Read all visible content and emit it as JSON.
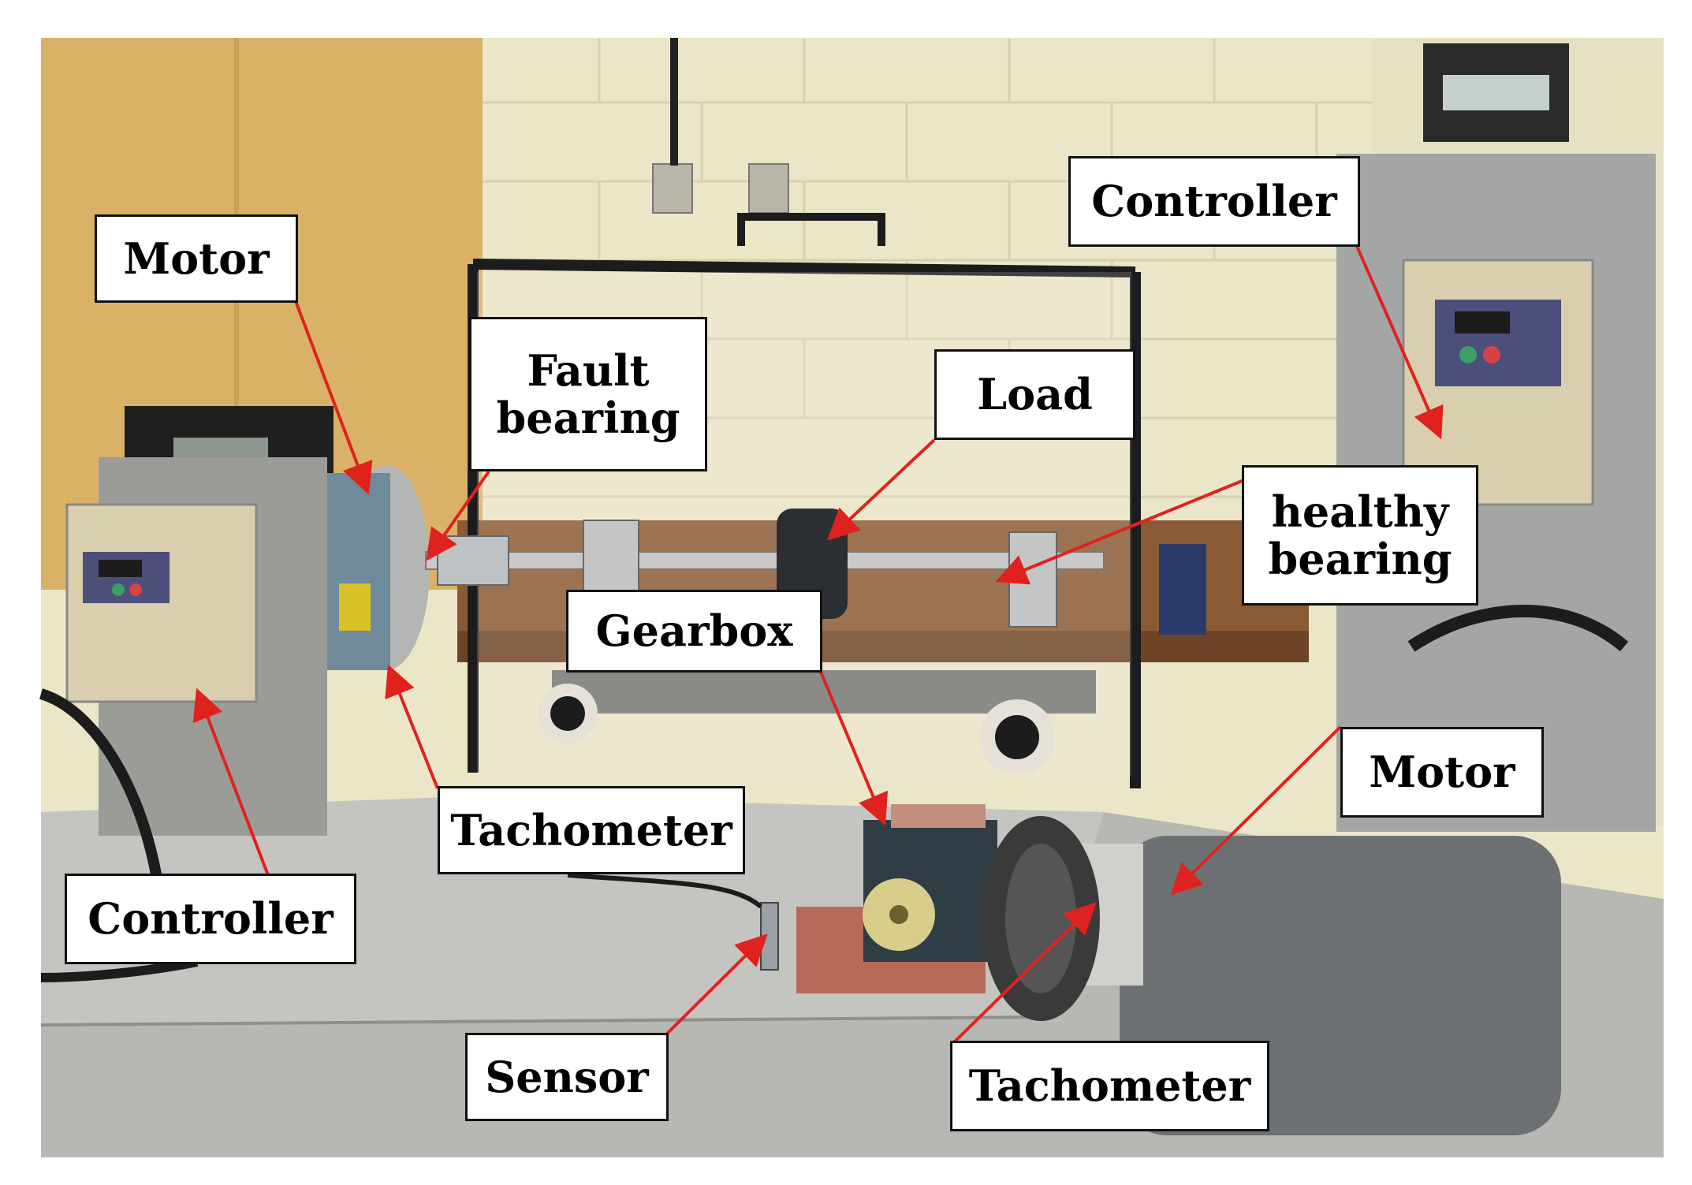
{
  "labels": {
    "motor_top_left": "Motor",
    "fault_bearing": "Fault\nbearing",
    "load": "Load",
    "controller_top_right": "Controller",
    "healthy_bearing": "healthy\nbearing",
    "gearbox": "Gearbox",
    "motor_bottom_right": "Motor",
    "tachometer_left": "Tachometer",
    "controller_bottom_left": "Controller",
    "sensor": "Sensor",
    "tachometer_bottom": "Tachometer"
  },
  "colors": {
    "arrow": "#e0221f",
    "wall": "#ece6c8",
    "panel": "#d9b268",
    "table": "#8a5a34",
    "metal": "#b7b8b4",
    "motor": "#6e7174",
    "drive": "#d9cfae"
  }
}
